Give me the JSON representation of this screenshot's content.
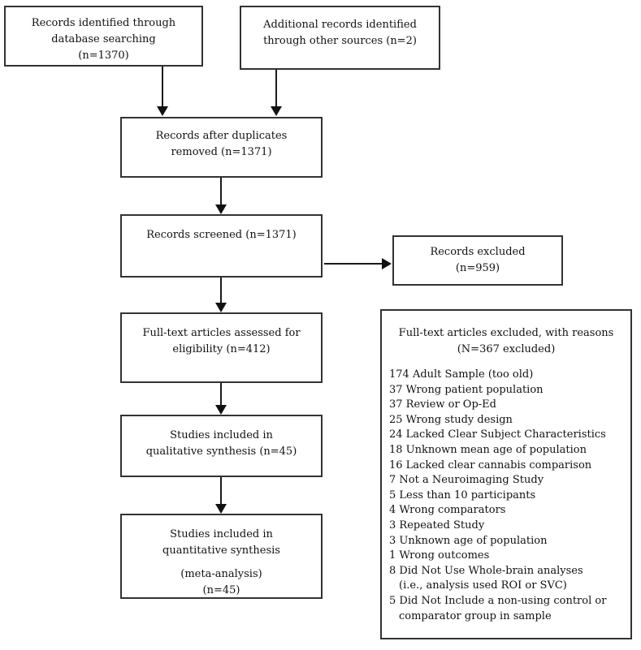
{
  "diagram": {
    "identified": [
      "Records identified through",
      "database searching",
      "(n=1370)"
    ],
    "additional": [
      "Additional records identified",
      "through other sources (n=2)"
    ],
    "duplicates": [
      "Records after duplicates",
      "removed (n=1371)"
    ],
    "screened": [
      "Records screened (n=1371)"
    ],
    "excluded": [
      "Records excluded",
      "(n=959)"
    ],
    "fulltext": [
      "Full-text articles assessed for",
      "eligibility (n=412)"
    ],
    "qualitative": [
      "Studies included in",
      "qualitative synthesis (n=45)"
    ],
    "quantitative": [
      "Studies included in",
      "quantitative synthesis",
      "(meta-analysis)",
      "(n=45)"
    ],
    "reasons": {
      "title": [
        "Full-text articles excluded, with reasons",
        "(N=367 excluded)"
      ],
      "items": [
        "174 Adult Sample (too old)",
        "37 Wrong patient population",
        "37 Review or Op-Ed",
        "25 Wrong study design",
        "24 Lacked Clear Subject Characteristics",
        "18 Unknown mean age of population",
        "16 Lacked clear cannabis comparison",
        "7 Not a Neuroimaging Study",
        "5 Less than 10 participants",
        "4 Wrong comparators",
        "3 Repeated Study",
        "3 Unknown age of population",
        "1 Wrong outcomes",
        "8 Did Not Use Whole-brain analyses",
        "(i.e., analysis used ROI or SVC)",
        "5 Did Not Include a non-using control or",
        "comparator group in sample"
      ]
    },
    "colors": {
      "line": "#1a1a1a",
      "background": "#ffffff"
    }
  }
}
